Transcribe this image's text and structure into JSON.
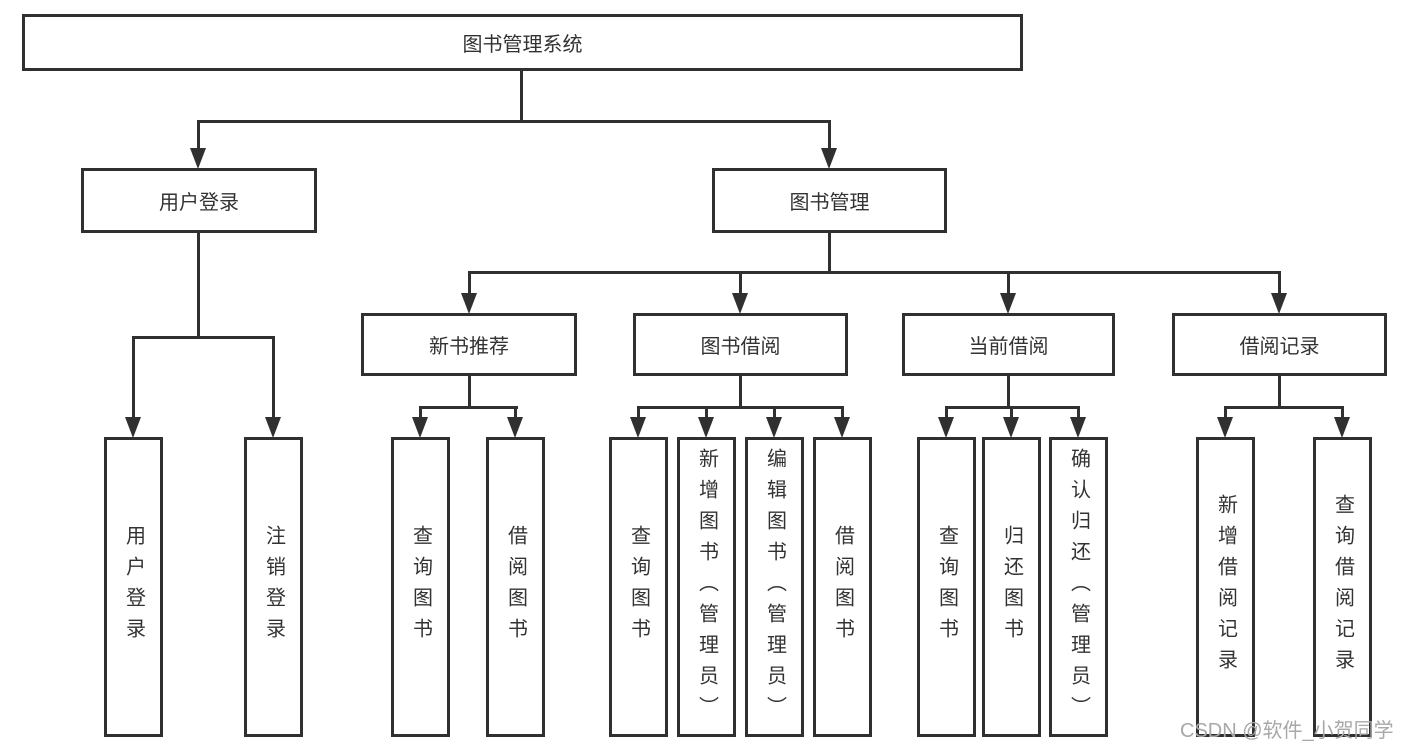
{
  "tree": {
    "label": "图书管理系统",
    "children": [
      {
        "label": "用户登录",
        "children": [
          {
            "label": "用户登录"
          },
          {
            "label": "注销登录"
          }
        ]
      },
      {
        "label": "图书管理",
        "children": [
          {
            "label": "新书推荐",
            "children": [
              {
                "label": "查询图书"
              },
              {
                "label": "借阅图书"
              }
            ]
          },
          {
            "label": "图书借阅",
            "children": [
              {
                "label": "查询图书"
              },
              {
                "label": "新增图书（管理员）"
              },
              {
                "label": "编辑图书（管理员）"
              },
              {
                "label": "借阅图书"
              }
            ]
          },
          {
            "label": "当前借阅",
            "children": [
              {
                "label": "查询图书"
              },
              {
                "label": "归还图书"
              },
              {
                "label": "确认归还（管理员）"
              }
            ]
          },
          {
            "label": "借阅记录",
            "children": [
              {
                "label": "新增借阅记录"
              },
              {
                "label": "查询借阅记录"
              }
            ]
          }
        ]
      }
    ]
  },
  "watermark": {
    "text": "CSDN @软件_小贺同学"
  },
  "colors": {
    "line": "#303030",
    "text": "#333333",
    "watermark": "#a8a8a8",
    "background": "#ffffff"
  }
}
